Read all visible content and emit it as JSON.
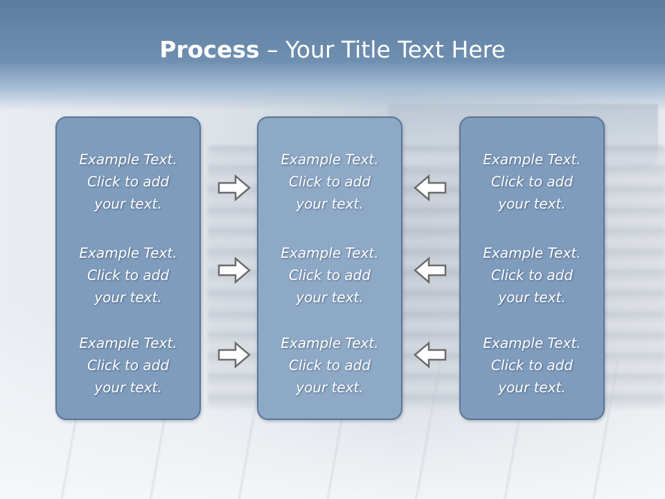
{
  "slide": {
    "title_bold": "Process",
    "title_rest": " – Your Title Text Here"
  },
  "columns": [
    {
      "items": [
        "Example Text.\nClick  to add\nyour text.",
        "Example Text.\nClick  to add\nyour text.",
        "Example Text.\nClick  to add\nyour text."
      ]
    },
    {
      "items": [
        "Example Text.\nClick  to add\nyour text.",
        "Example Text.\nClick  to add\nyour text.",
        "Example Text.\nClick  to add\nyour text."
      ]
    },
    {
      "items": [
        "Example Text.\nClick  to add\nyour text.",
        "Example Text.\nClick  to add\nyour text.",
        "Example Text.\nClick  to add\nyour text."
      ]
    }
  ],
  "arrows": {
    "left_group": "right-arrow-icon",
    "right_group": "left-arrow-icon"
  },
  "colors": {
    "header": "#6f8fb0",
    "box_fill": "#7f9cbc",
    "box_border": "#5b7596",
    "text": "#ffffff"
  }
}
